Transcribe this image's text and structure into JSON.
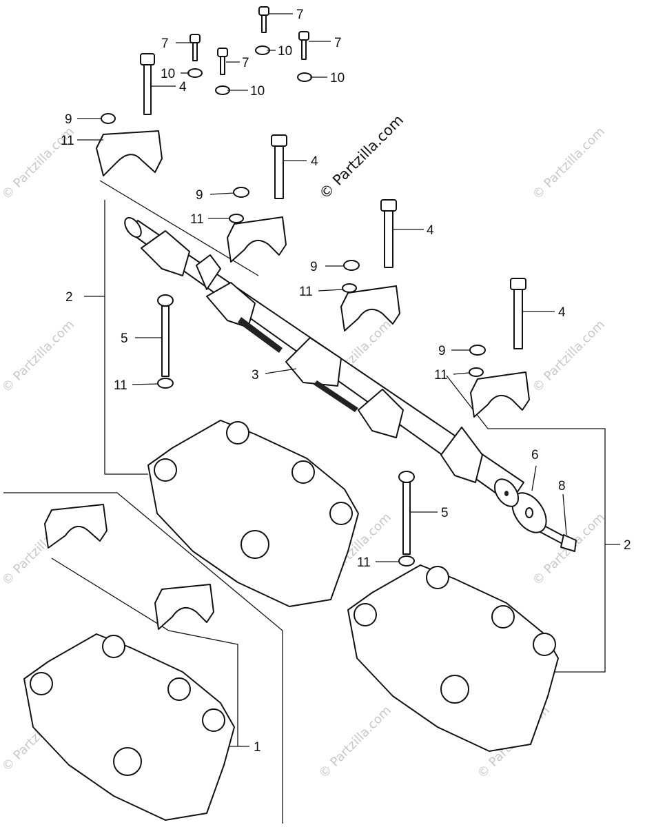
{
  "callouts": {
    "c7a": "7",
    "c7b": "7",
    "c7c": "7",
    "c7d": "7",
    "c10a": "10",
    "c10b": "10",
    "c10c": "10",
    "c10d": "10",
    "c4a": "4",
    "c4b": "4",
    "c4c": "4",
    "c4d": "4",
    "c9a": "9",
    "c9b": "9",
    "c9c": "9",
    "c9d": "9",
    "c11a": "11",
    "c11b": "11",
    "c11c": "11",
    "c11d": "11",
    "c11e": "11",
    "c11f": "11",
    "c2a": "2",
    "c2b": "2",
    "c5a": "5",
    "c5b": "5",
    "c3": "3",
    "c6": "6",
    "c8": "8",
    "c1": "1"
  },
  "watermark": {
    "main": "© Partzilla.com",
    "repeat": "© Partzilla.com"
  }
}
